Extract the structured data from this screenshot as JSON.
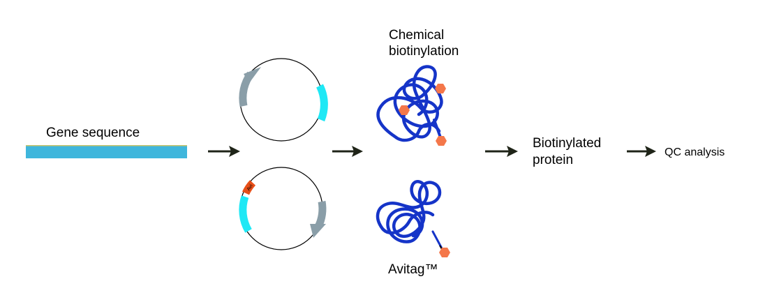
{
  "labels": {
    "gene_sequence": "Gene sequence",
    "chemical_line1": "Chemical",
    "chemical_line2": "biotinylation",
    "avitag": "Avitag™",
    "biotinylated_line1": "Biotinylated",
    "biotinylated_line2": "protein",
    "qc": "QC analysis",
    "avi_tag": "Avi"
  },
  "colors": {
    "gene_bar": "#3fb6dc",
    "gene_bar_edge": "#c9c46a",
    "cyan_gene": "#1fe8f5",
    "arrow_gray": "#8a9ea8",
    "avi_orange": "#e84f18",
    "protein_blue": "#1534c8",
    "biotin": "#f4774a",
    "flow_arrow": "#1f2418"
  }
}
